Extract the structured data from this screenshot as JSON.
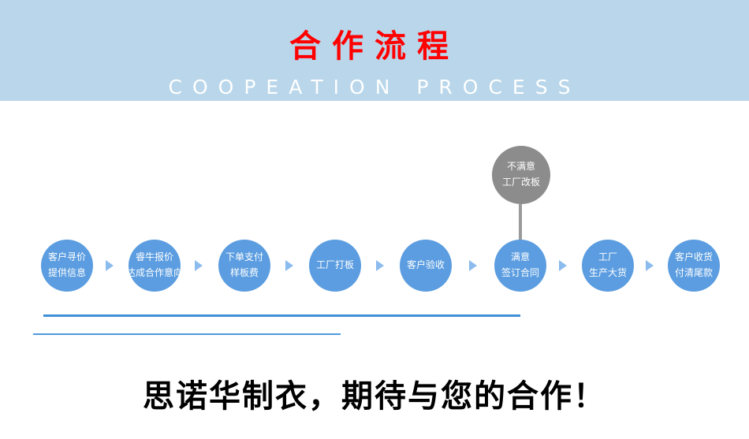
{
  "banner": {
    "title": "合作流程",
    "subtitle": "COOPEATION  PROCESS",
    "bg_color": "#b9d6ea",
    "title_color": "#ff0000",
    "subtitle_color": "#ffffff"
  },
  "flow": {
    "circle_color": "#5b9de0",
    "reject_color": "#8c8c8c",
    "line_color": "#3f8fd8",
    "reject_node": {
      "line1": "不满意",
      "line2": "工厂改板"
    },
    "steps": [
      {
        "line1": "客户寻价",
        "line2": "提供信息"
      },
      {
        "line1": "睿牛报价",
        "line2": "达成合作意向"
      },
      {
        "line1": "下单支付",
        "line2": "样板费"
      },
      {
        "line1": "工厂打板",
        "line2": ""
      },
      {
        "line1": "客户验收",
        "line2": ""
      },
      {
        "line1": "满意",
        "line2": "签订合同"
      },
      {
        "line1": "工厂",
        "line2": "生产大货"
      },
      {
        "line1": "客户收货",
        "line2": "付清尾款"
      }
    ]
  },
  "footer": {
    "slogan": "思诺华制衣，期待与您的合作！"
  }
}
